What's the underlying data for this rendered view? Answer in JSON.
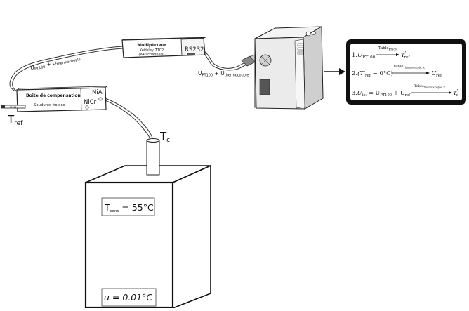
{
  "multiplexer": {
    "title": "Multiplexeur",
    "model": "Keithley 7702",
    "channels": "(x40 channels)",
    "port": "RS232"
  },
  "compensation_box": {
    "title": "Boite de compensation",
    "subtitle": "Soudures froides",
    "terminal_1": "NiAl",
    "terminal_2": "NiCr",
    "probe_label": "PT100"
  },
  "signal_labels": {
    "cable_left": {
      "u1": "U",
      "sub1": "PT100",
      "plus": " + ",
      "u2": "U",
      "sub2": "thermocouple"
    },
    "cable_right": {
      "u1": "U",
      "sub1": "PT100",
      "plus": " + ",
      "u2": "U",
      "sub2": "thermocouple"
    }
  },
  "labels": {
    "t_ref": {
      "main": "T",
      "sub": "ref"
    },
    "t_c": {
      "main": "T",
      "sub": "c"
    }
  },
  "enclosure": {
    "t_cons": {
      "main": "T",
      "sub": "cons",
      "value": " = 55°C"
    },
    "uncertainty": "u = 0.01°C"
  },
  "equations": [
    {
      "num": "1.",
      "lhs_main": "U",
      "lhs_sub": "PT100",
      "over": "Table",
      "over_sub": "PT100",
      "rhs_main": "T",
      "rhs_prime": "′",
      "rhs_sub": "ref"
    },
    {
      "num": "2.",
      "lhs_text": "(T′",
      "lhs_sub": "ref",
      "lhs_tail": " − 0°C)",
      "over": "Table",
      "over_sub": "Thermocouple, K",
      "rhs_main": "U",
      "rhs_sub": "ref"
    },
    {
      "num": "3.",
      "lhs_main": "U",
      "lhs_sub": "tot",
      "mid": " = U",
      "mid_sub": "PT100",
      "mid_tail": " + U",
      "mid_tail_sub": "ref",
      "over": "Table",
      "over_sub": "Thermocouple, K",
      "rhs_main": "T",
      "rhs_prime": "′",
      "rhs_sub": "c"
    }
  ]
}
